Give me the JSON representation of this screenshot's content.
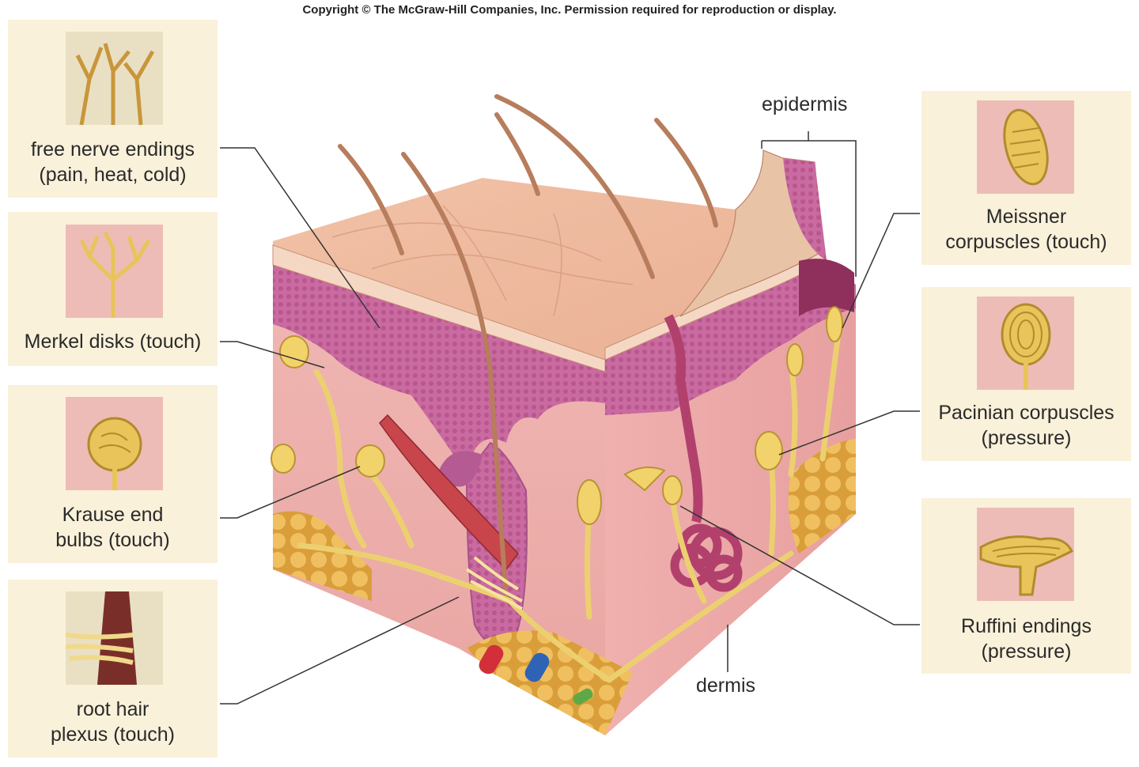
{
  "copyright": "Copyright © The McGraw-Hill Companies, Inc. Permission required for reproduction or display.",
  "labels": {
    "free_nerve_endings": [
      "free nerve endings",
      "(pain, heat, cold)"
    ],
    "merkel_disks": [
      "Merkel disks (touch)"
    ],
    "krause_end_bulbs": [
      "Krause end",
      "bulbs (touch)"
    ],
    "root_hair_plexus": [
      "root hair",
      "plexus (touch)"
    ],
    "meissner_corpuscles": [
      "Meissner",
      "corpuscles (touch)"
    ],
    "pacinian_corpuscles": [
      "Pacinian corpuscles",
      "(pressure)"
    ],
    "ruffini_endings": [
      "Ruffini endings",
      "(pressure)"
    ],
    "epidermis": "epidermis",
    "dermis": "dermis"
  }
}
